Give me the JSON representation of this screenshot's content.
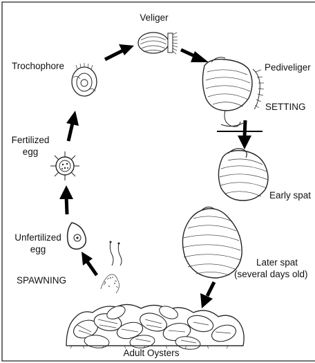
{
  "labels": {
    "veliger": "Veliger",
    "trochophore": "Trochophore",
    "pediveliger": "Pediveliger",
    "setting": "SETTING",
    "fertilized_1": "Fertilized",
    "fertilized_2": "egg",
    "early_spat": "Early spat",
    "unfertilized_1": "Unfertilized",
    "unfertilized_2": "egg",
    "later_spat_1": "Later spat",
    "later_spat_2": "(several days old)",
    "spawning": "SPAWNING",
    "adult": "Adult Oysters"
  },
  "colors": {
    "border": "#222222",
    "ink": "#111111",
    "arrow": "#000000",
    "background": "#ffffff"
  }
}
